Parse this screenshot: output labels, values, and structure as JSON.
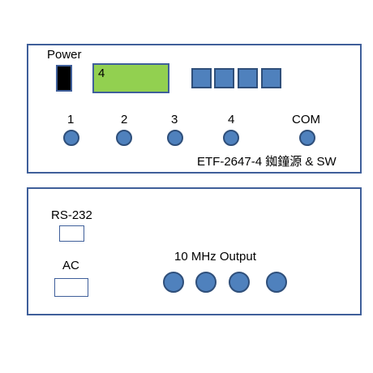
{
  "front_panel": {
    "power_label": "Power",
    "display_value": "4",
    "keys": [
      "",
      "",
      "",
      ""
    ],
    "channel_labels": [
      "1",
      "2",
      "3",
      "4",
      "COM"
    ],
    "model_label": "ETF-2647-4 銣鐘源 & SW"
  },
  "rear_panel": {
    "rs232_label": "RS-232",
    "ac_label": "AC",
    "output_label": "10 MHz  Output"
  },
  "colors": {
    "border": "#3f5f9a",
    "button_fill": "#4f81bd",
    "display_fill": "#92d050",
    "power_switch": "#000000"
  }
}
